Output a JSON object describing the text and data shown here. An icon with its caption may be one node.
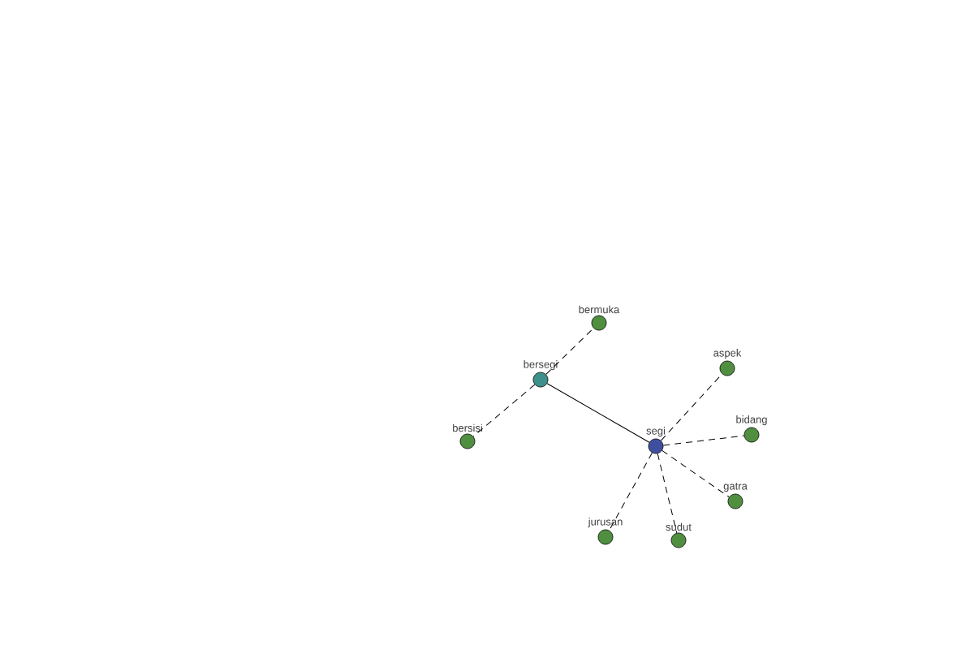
{
  "diagram": {
    "nodes": [
      {
        "text": [
          "segi"
        ]
      },
      {
        "text": [
          "bersegi"
        ]
      },
      {
        "text": [
          "bermuka"
        ]
      },
      {
        "text": [
          "bersisi"
        ]
      },
      {
        "text": [
          "aspek"
        ]
      },
      {
        "text": [
          "bidang"
        ]
      },
      {
        "text": [
          "gatra"
        ]
      },
      {
        "text": [
          "sudut"
        ]
      },
      {
        "text": [
          "jurusan"
        ]
      }
    ],
    "edges": [
      {
        "from": 0,
        "to": 1,
        "arrow": "none"
      },
      {
        "from": 1,
        "to": 2,
        "arrow": "none",
        "style": "dashed"
      },
      {
        "from": 1,
        "to": 3,
        "arrow": "none",
        "style": "dashed"
      },
      {
        "from": 0,
        "to": 4,
        "arrow": "none",
        "style": "dashed"
      },
      {
        "from": 0,
        "to": 5,
        "arrow": "none",
        "style": "dashed"
      },
      {
        "from": 0,
        "to": 6,
        "arrow": "none",
        "style": "dashed"
      },
      {
        "from": 0,
        "to": 7,
        "arrow": "none",
        "style": "dashed"
      },
      {
        "from": 0,
        "to": 8,
        "arrow": "none",
        "style": "dashed"
      }
    ]
  }
}
